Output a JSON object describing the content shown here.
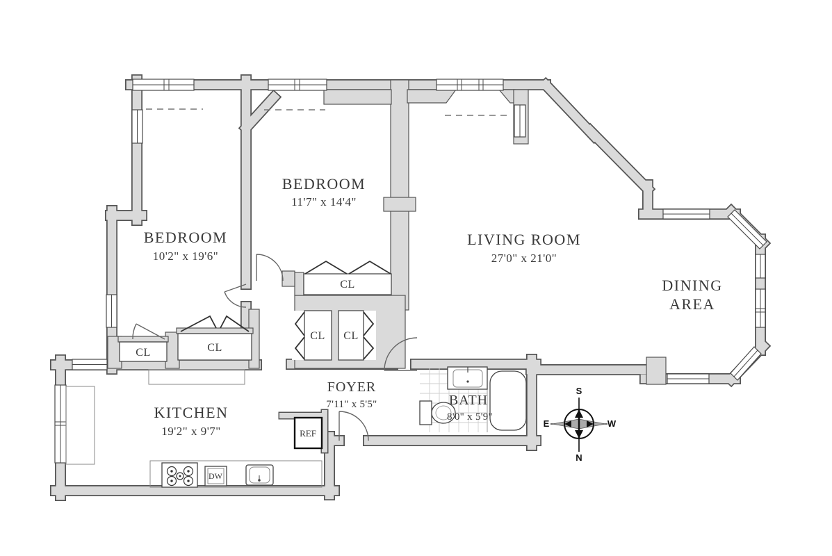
{
  "floor_plan": {
    "rooms": [
      {
        "id": "bedroom1",
        "name": "BEDROOM",
        "dims": "10'2\" x 19'6\""
      },
      {
        "id": "bedroom2",
        "name": "BEDROOM",
        "dims": "11'7\" x 14'4\""
      },
      {
        "id": "living_room",
        "name": "LIVING ROOM",
        "dims": "27'0\" x 21'0\""
      },
      {
        "id": "dining_area",
        "name": "DINING",
        "name2": "AREA"
      },
      {
        "id": "kitchen",
        "name": "KITCHEN",
        "dims": "19'2\" x 9'7\""
      },
      {
        "id": "foyer",
        "name": "FOYER",
        "dims": "7'11\" x 5'5\""
      },
      {
        "id": "bath",
        "name": "BATH",
        "dims": "8'0\" x 5'9\""
      }
    ],
    "closets": [
      "CL",
      "CL",
      "CL",
      "CL",
      "CL"
    ],
    "appliances": {
      "refrigerator": "REF",
      "dishwasher": "DW"
    },
    "compass": {
      "north": "N",
      "south": "S",
      "east": "E",
      "west": "W"
    },
    "colors": {
      "wall_fill": "#dadada",
      "wall_line": "#555555",
      "text": "#3a3a3a"
    }
  }
}
